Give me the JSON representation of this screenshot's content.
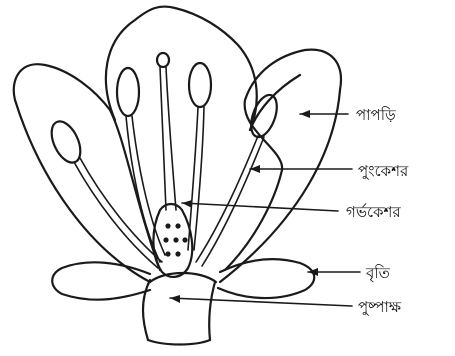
{
  "labels": {
    "petal": "পাপড়ি",
    "stamen": "পুংকেশর",
    "pistil": "গর্ভকেশর",
    "sepal": "বৃতি",
    "receptacle": "পুষ্পাক্ষ"
  }
}
